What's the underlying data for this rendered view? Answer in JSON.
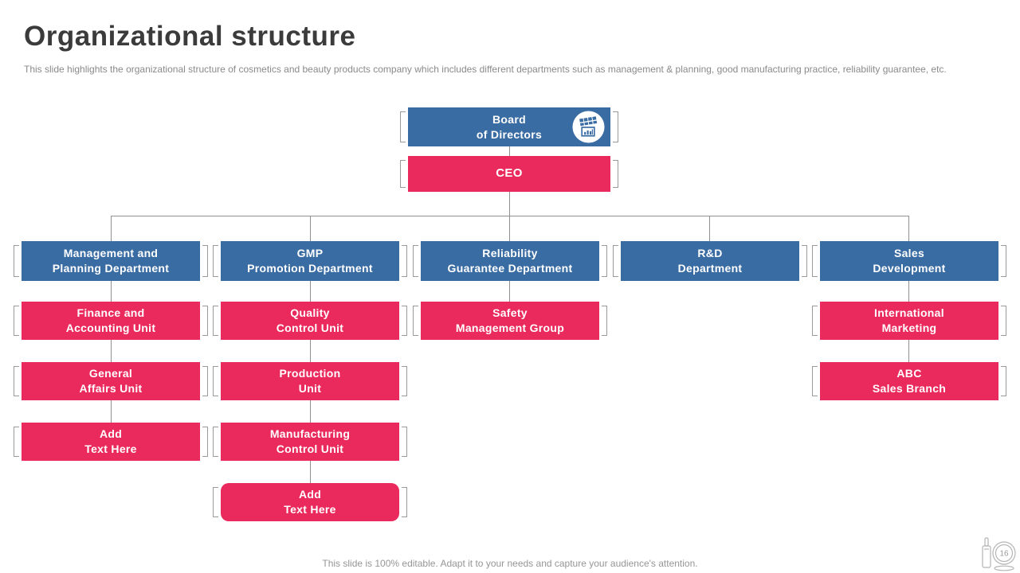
{
  "slide": {
    "title": "Organizational structure",
    "subtitle": "This slide highlights the organizational structure of cosmetics and beauty products company which includes different departments such as management & planning, good manufacturing practice, reliability guarantee, etc.",
    "footer": "This slide is 100% editable. Adapt it to your needs and capture your audience's attention.",
    "page_number": "16"
  },
  "colors": {
    "department_blue": "#3a6ca4",
    "unit_pink": "#ea2a5c",
    "connector_gray": "#8f8f8f",
    "title_text": "#3b3b3b",
    "muted_text": "#8a8a8a"
  },
  "icons": {
    "board_icon": "planning-board-icon",
    "page_badge_icon": "cosmetic-bottle-mirror-icon"
  },
  "org_chart": {
    "board": {
      "label": "Board\nof Directors"
    },
    "ceo": {
      "label": "CEO"
    },
    "departments": [
      {
        "label": "Management and\nPlanning Department"
      },
      {
        "label": "GMP\nPromotion Department"
      },
      {
        "label": "Reliability\nGuarantee Department"
      },
      {
        "label": "R&D\nDepartment"
      },
      {
        "label": "Sales\nDevelopment"
      }
    ],
    "units": [
      {
        "label": "Finance and\nAccounting Unit"
      },
      {
        "label": "General\nAffairs Unit"
      },
      {
        "label": "Add\nText Here"
      },
      {
        "label": "Quality\nControl Unit"
      },
      {
        "label": "Production\nUnit"
      },
      {
        "label": "Manufacturing\nControl Unit"
      },
      {
        "label": "Add\nText Here"
      },
      {
        "label": "Safety\nManagement Group"
      },
      {
        "label": "International\nMarketing"
      },
      {
        "label": "ABC\nSales Branch"
      }
    ]
  }
}
